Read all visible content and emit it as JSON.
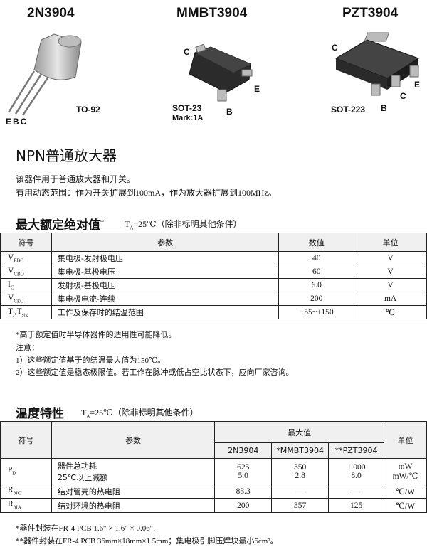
{
  "packages": [
    {
      "part": "2N3904",
      "package": "TO-92",
      "pins": "EBC"
    },
    {
      "part": "MMBT3904",
      "package": "SOT-23",
      "mark": "Mark:1A",
      "pin_c": "C",
      "pin_b": "B",
      "pin_e": "E"
    },
    {
      "part": "PZT3904",
      "package": "SOT-223",
      "pin_c": "C",
      "pin_b": "B",
      "pin_c2": "C",
      "pin_e": "E"
    }
  ],
  "title": "NPN普通放大器",
  "description": [
    "该器件用于普通放大器和开关。",
    "有用动态范围：作为开关扩展到100mA，作为放大器扩展到100MHz。"
  ],
  "abs_max": {
    "title": "最大额定绝对值",
    "star": "*",
    "cond_pre": "T",
    "cond_sub": "A",
    "cond_post": "=25℃（除非标明其他条件）",
    "headers": [
      "符号",
      "参数",
      "数值",
      "单位"
    ],
    "rows": [
      {
        "sym": "V",
        "sub": "EBO",
        "param": "集电极-发射极电压",
        "value": "40",
        "unit": "V"
      },
      {
        "sym": "V",
        "sub": "CBO",
        "param": "集电极-基极电压",
        "value": "60",
        "unit": "V"
      },
      {
        "sym": "I",
        "sub": "C",
        "param": "发射极-基极电压",
        "value": "6.0",
        "unit": "V"
      },
      {
        "sym": "V",
        "sub": "CEO",
        "param": "集电极电流-连续",
        "value": "200",
        "unit": "mA"
      },
      {
        "sym": "T",
        "sub": "J",
        "sym2": ",T",
        "sub2": "stg",
        "param": "工作及保存时的结温范围",
        "value": "−55~+150",
        "unit": "℃"
      }
    ],
    "notes": [
      "*高于额定值时半导体器件的适用性可能降低。",
      "注意：",
      "1）这些额定值基于的结温最大值为150℃。",
      "2）这些额定值是稳态极限值。若工作在脉冲或低占空比状态下，应向厂家咨询。"
    ]
  },
  "thermal": {
    "title": "温度特性",
    "cond_pre": "T",
    "cond_sub": "A",
    "cond_post": "=25℃（除非标明其他条件）",
    "h_sym": "符号",
    "h_param": "参数",
    "h_max": "最大值",
    "h_unit": "单位",
    "h_parts": [
      "2N3904",
      "*MMBT3904",
      "**PZT3904"
    ],
    "rows": [
      {
        "sym": "P",
        "sub": "D",
        "param1": "器件总功耗",
        "param2": "25℃以上减额",
        "v1a": "625",
        "v1b": "5.0",
        "v2a": "350",
        "v2b": "2.8",
        "v3a": "1 000",
        "v3b": "8.0",
        "unit1": "mW",
        "unit2": "mW/℃"
      },
      {
        "sym": "R",
        "sub": "θJC",
        "param1": "结对管壳的热电阻",
        "v1": "83.3",
        "v2": "—",
        "v3": "—",
        "unit": "℃/W"
      },
      {
        "sym": "R",
        "sub": "θJA",
        "param1": "结对环境的热电阻",
        "v1": "200",
        "v2": "357",
        "v3": "125",
        "unit": "℃/W"
      }
    ],
    "notes": [
      "*器件封装在FR-4 PCB 1.6″ × 1.6″ × 0.06″.",
      "**器件封装在FR-4 PCB 36mm × 18mm × 1.5mm; 集电极引脚压焊块最小6cm².",
      "**器件封装在FR-4 PCB 36mm×18mm×1.5mm；集电极引脚压焊块最小6cm²。"
    ]
  }
}
